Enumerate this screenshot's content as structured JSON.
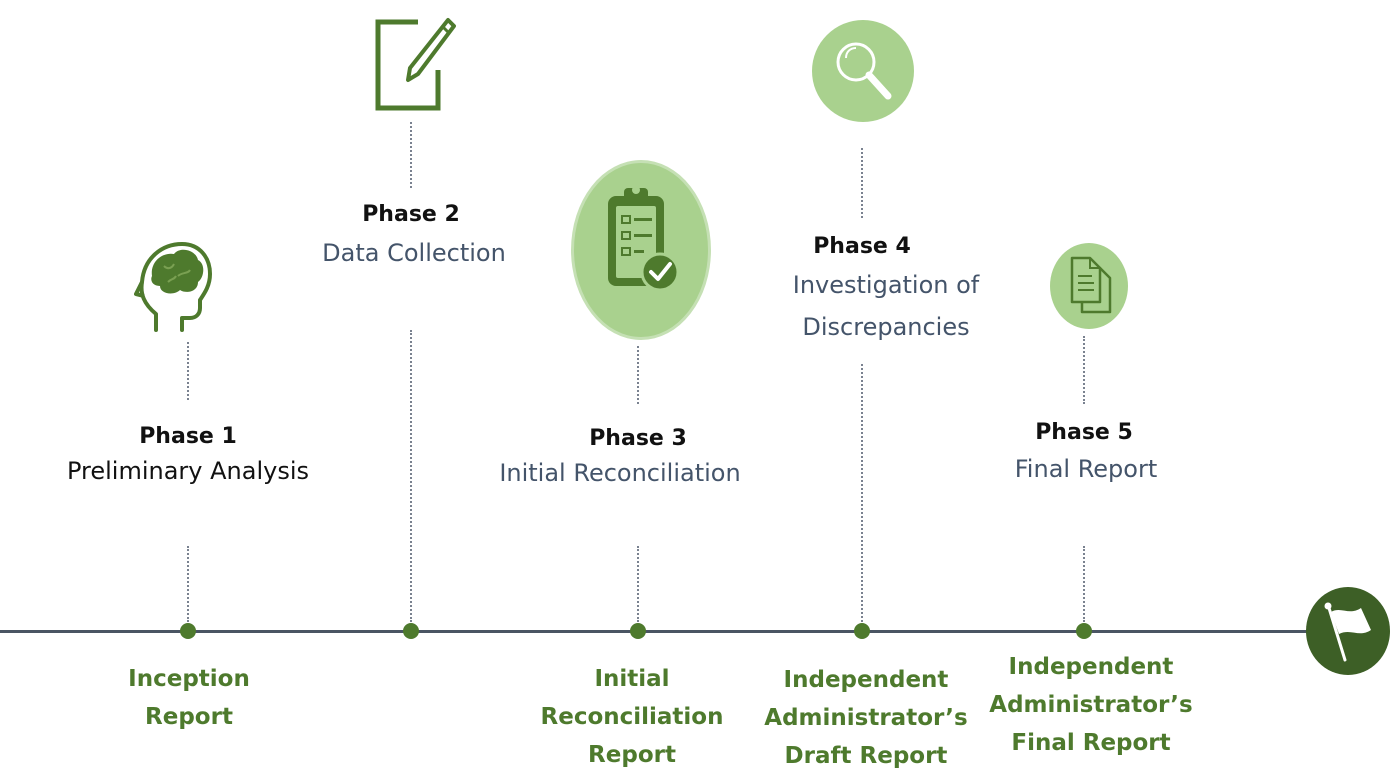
{
  "phases": [
    {
      "title": "Phase 1",
      "subtitle": "Preliminary Analysis",
      "icon": "brain-head-icon"
    },
    {
      "title": "Phase 2",
      "subtitle": "Data Collection",
      "icon": "notepad-pencil-icon"
    },
    {
      "title": "Phase 3",
      "subtitle": "Initial Reconciliation",
      "icon": "clipboard-check-icon"
    },
    {
      "title": "Phase 4",
      "subtitle_line1": "Investigation of",
      "subtitle_line2": "Discrepancies",
      "icon": "magnifier-icon"
    },
    {
      "title": "Phase 5",
      "subtitle": "Final Report",
      "icon": "documents-icon"
    }
  ],
  "deliverables": [
    {
      "line1": "Inception",
      "line2": "Report"
    },
    {
      "line1": "Initial",
      "line2": "Reconciliation",
      "line3": "Report"
    },
    {
      "line1": "Independent",
      "line2": "Administrator’s",
      "line3": "Draft Report"
    },
    {
      "line1": "Independent",
      "line2": "Administrator’s",
      "line3": "Final Report"
    }
  ],
  "end_icon": "flag-icon",
  "colors": {
    "accent_dark_green": "#4e7a2d",
    "light_green": "#a9d18e",
    "timeline": "#4a5563",
    "subtitle_slate": "#44546a",
    "flag_bg": "#3d5f26"
  }
}
